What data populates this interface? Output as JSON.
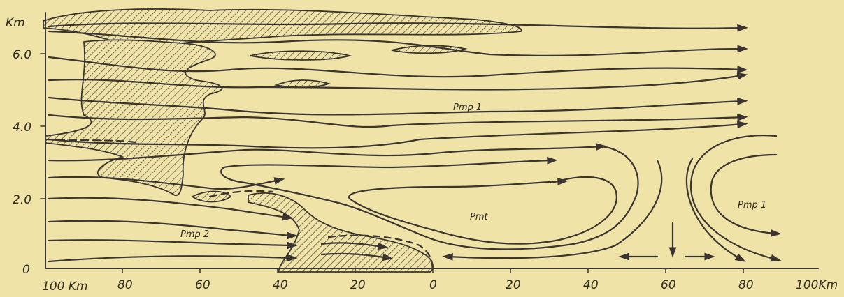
{
  "axes": {
    "y_unit": "Km",
    "y_ticks": [
      "6.0",
      "4.0",
      "2.0",
      "0"
    ],
    "x_ticks": [
      "100 Km",
      "80",
      "60",
      "40",
      "20",
      "0",
      "20",
      "40",
      "60",
      "80",
      "100Km"
    ]
  },
  "air_masses": {
    "upper": "Pmp 1",
    "core": "Pmt",
    "right": "Pmp 1",
    "lower": "Pmp 2"
  },
  "icons": [
    "flow-arrow",
    "cloud-hatching",
    "downdraft-arrow"
  ],
  "colors": {
    "paper": "#efe3a8",
    "ink": "#3a3530"
  }
}
